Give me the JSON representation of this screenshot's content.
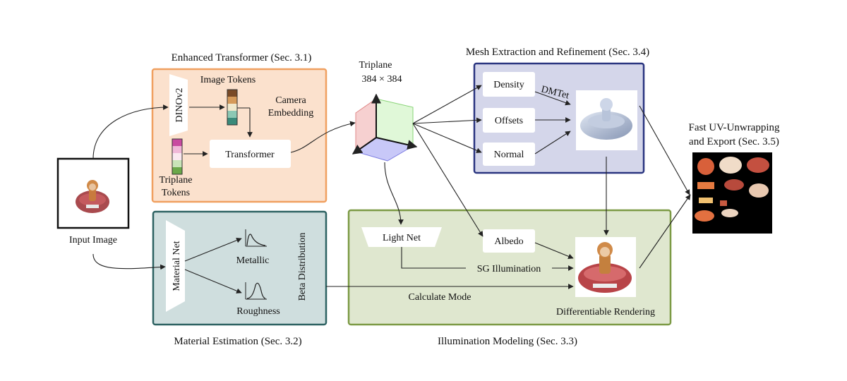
{
  "sections": {
    "enhanced_transformer": "Enhanced Transformer (Sec. 3.1)",
    "mesh_extraction": "Mesh Extraction and Refinement (Sec. 3.4)",
    "material_estimation": "Material Estimation (Sec. 3.2)",
    "illumination_modeling": "Illumination Modeling (Sec. 3.3)",
    "fast_uv_line1": "Fast UV-Unwrapping",
    "fast_uv_line2": "and Export (Sec. 3.5)"
  },
  "input": {
    "label": "Input Image"
  },
  "transformer": {
    "dino": "DINOv2",
    "image_tokens": "Image Tokens",
    "camera_line1": "Camera",
    "camera_line2": "Embedding",
    "transformer": "Transformer",
    "triplane_tokens_line1": "Triplane",
    "triplane_tokens_line2": "Tokens"
  },
  "triplane": {
    "title": "Triplane",
    "size": "384 × 384"
  },
  "mesh": {
    "density": "Density",
    "offsets": "Offsets",
    "normal": "Normal",
    "dmtet": "DMTet"
  },
  "material": {
    "net": "Material Net",
    "metallic": "Metallic",
    "roughness": "Roughness",
    "beta": "Beta Distribution"
  },
  "illumination": {
    "light_net": "Light Net",
    "albedo": "Albedo",
    "sg": "SG Illumination",
    "calc_mode": "Calculate Mode",
    "diff_render": "Differentiable Rendering"
  },
  "colors": {
    "transformer_bg": "#fbe1cd",
    "transformer_border": "#f0a060",
    "mesh_bg": "#d4d6ea",
    "mesh_border": "#2a3580",
    "material_bg": "#cfdede",
    "material_border": "#2d6262",
    "illum_bg": "#dfe7cf",
    "illum_border": "#7c9a45"
  }
}
